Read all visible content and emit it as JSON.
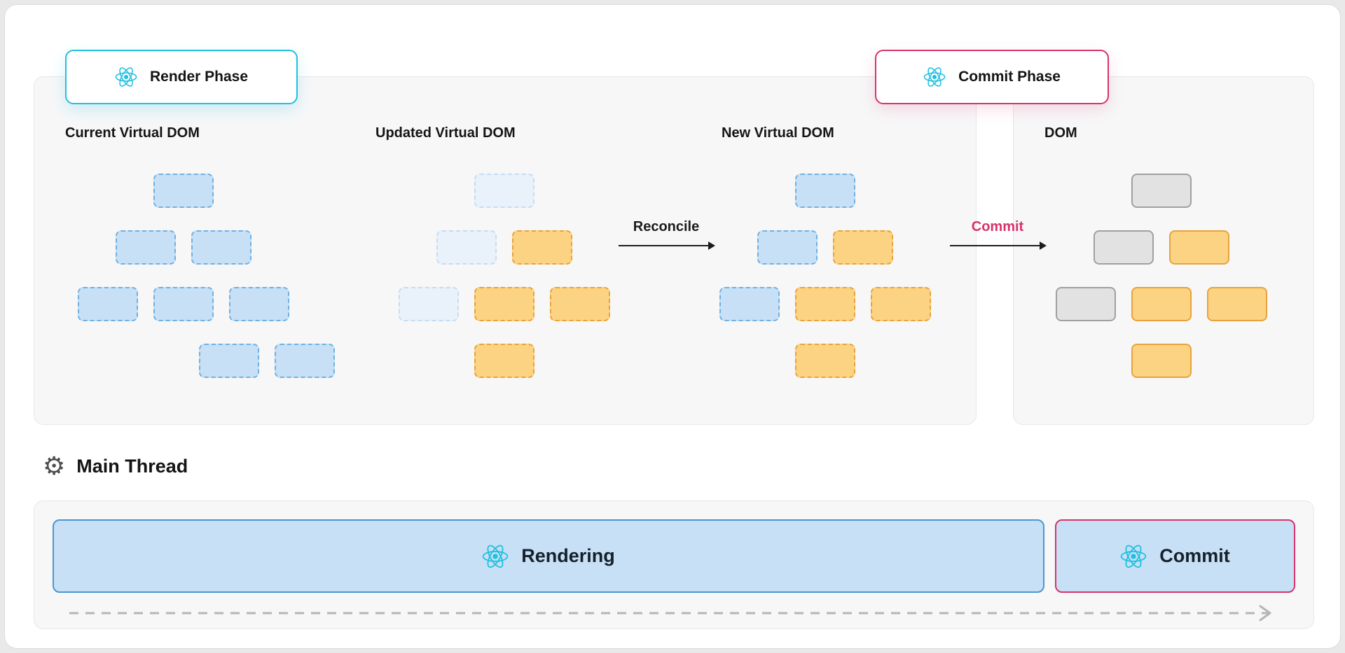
{
  "badges": [
    {
      "id": "render",
      "label": "Render Phase"
    },
    {
      "id": "commit",
      "label": "Commit Phase"
    }
  ],
  "diagram": {
    "trees": [
      {
        "title": "Current Virtual DOM",
        "rows": [
          [
            {
              "t": "blue",
              "o": 0
            }
          ],
          [
            {
              "t": "blue",
              "o": -1
            },
            {
              "t": "blue",
              "o": 1
            }
          ],
          [
            {
              "t": "blue",
              "o": -2
            },
            {
              "t": "blue",
              "o": 0
            },
            {
              "t": "blue",
              "o": 2
            }
          ],
          [
            {
              "t": "blue",
              "o": 1.2
            },
            {
              "t": "blue",
              "o": 3.2
            }
          ]
        ]
      },
      {
        "title": "Updated Virtual DOM",
        "rows": [
          [
            {
              "t": "faded",
              "o": 0
            }
          ],
          [
            {
              "t": "faded",
              "o": -1
            },
            {
              "t": "orange",
              "o": 1
            }
          ],
          [
            {
              "t": "faded",
              "o": -2
            },
            {
              "t": "orange",
              "o": 0
            },
            {
              "t": "orange",
              "o": 2
            }
          ],
          [
            {
              "t": "orange",
              "o": 0
            }
          ]
        ]
      },
      {
        "title": "New Virtual DOM",
        "rows": [
          [
            {
              "t": "blue",
              "o": 0
            }
          ],
          [
            {
              "t": "blue",
              "o": -1
            },
            {
              "t": "orange",
              "o": 1
            }
          ],
          [
            {
              "t": "blue",
              "o": -2
            },
            {
              "t": "orange",
              "o": 0
            },
            {
              "t": "orange",
              "o": 2
            }
          ],
          [
            {
              "t": "orange",
              "o": 0
            }
          ]
        ]
      },
      {
        "title": "DOM",
        "rows": [
          [
            {
              "t": "gray",
              "o": 0
            }
          ],
          [
            {
              "t": "gray",
              "o": -1
            },
            {
              "t": "orange_solid",
              "o": 1
            }
          ],
          [
            {
              "t": "gray",
              "o": -2
            },
            {
              "t": "orange_solid",
              "o": 0
            },
            {
              "t": "orange_solid",
              "o": 2
            }
          ],
          [
            {
              "t": "orange_solid",
              "o": 0
            }
          ]
        ]
      }
    ],
    "arrows": [
      {
        "id": "reconcile",
        "label": "Reconcile"
      },
      {
        "id": "commit",
        "label": "Commit"
      }
    ]
  },
  "main_thread": {
    "label": "Main Thread"
  },
  "timeline": {
    "blocks": [
      {
        "id": "rendering",
        "label": "Rendering"
      },
      {
        "id": "commit",
        "label": "Commit"
      }
    ]
  },
  "colors": {
    "cyan": "#1fc0e0",
    "pink": "#d6336c",
    "node_blue_fill": "#c7e0f6",
    "node_blue_border": "#72b0e0",
    "node_faded_fill": "#e9f2fb",
    "node_faded_border": "#c6dcf1",
    "node_orange_fill": "#fbd382",
    "node_orange_border": "#e8a33c",
    "node_gray_fill": "#e2e2e2",
    "node_gray_border": "#a0a0a0",
    "block_fill": "#c7e0f6",
    "block_blue_border": "#4a97d3",
    "arrow_dark": "#1c1c1c",
    "track_gray": "#b5b5b5",
    "panel_bg": "#f7f7f8",
    "panel_border": "#e7e7e7"
  }
}
